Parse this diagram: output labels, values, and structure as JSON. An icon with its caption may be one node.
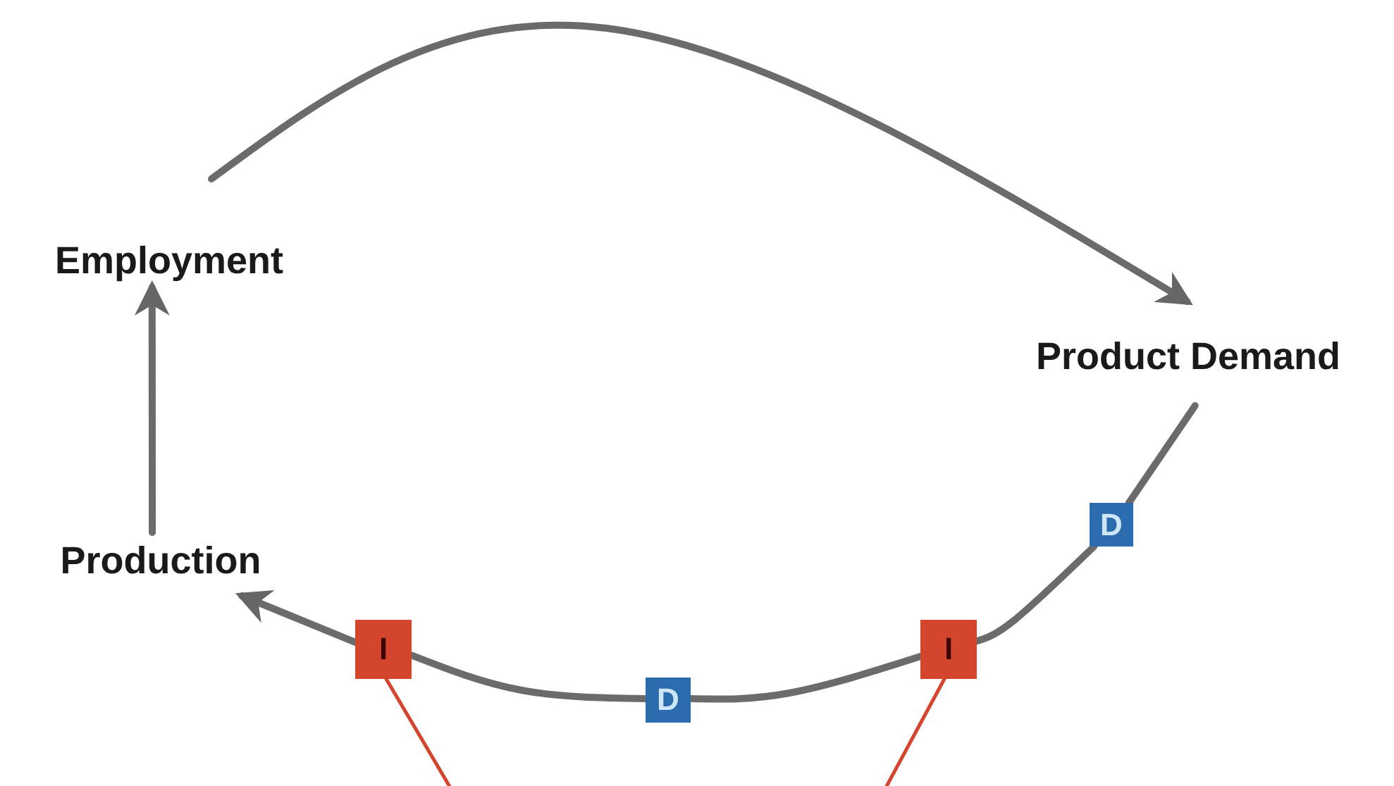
{
  "diagram": {
    "nodes": [
      {
        "text": [
          "Employment"
        ]
      },
      {
        "text": [
          "Product Demand"
        ]
      },
      {
        "text": [
          "D"
        ]
      },
      {
        "text": [
          "Production"
        ]
      },
      {
        "text": [
          "I"
        ]
      },
      {
        "text": [
          "I"
        ]
      },
      {
        "text": [
          "D"
        ]
      }
    ],
    "edges": [
      {
        "from": 3,
        "to": 0,
        "arrow": "to"
      },
      {
        "from": 0,
        "to": 1,
        "arrow": "to"
      },
      {
        "from": 1,
        "to": 2,
        "arrow": "none"
      },
      {
        "from": 2,
        "to": 5,
        "arrow": "none"
      },
      {
        "from": 5,
        "to": 6,
        "arrow": "none"
      },
      {
        "from": 6,
        "to": 4,
        "arrow": "none"
      },
      {
        "from": 4,
        "to": 3,
        "arrow": "to"
      },
      {
        "from": 4,
        "to": null,
        "arrow": "none",
        "color": "#d4452e"
      },
      {
        "from": 5,
        "to": null,
        "arrow": "none",
        "color": "#d4452e"
      }
    ]
  }
}
